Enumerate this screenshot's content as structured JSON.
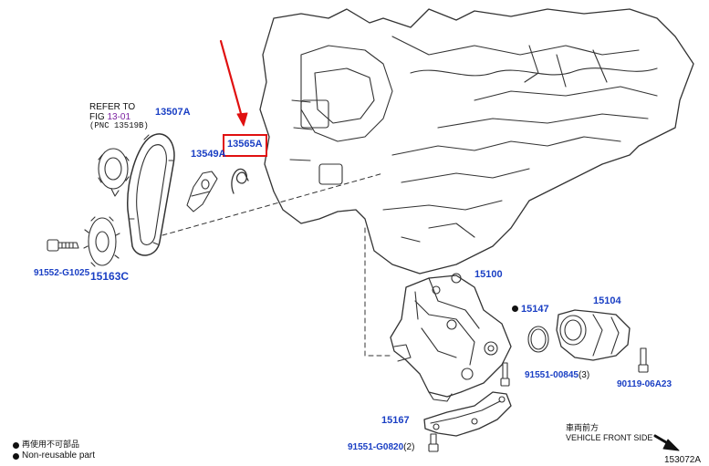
{
  "diagram_id": "153072A",
  "refer_note": {
    "line1": "REFER TO",
    "line2_prefix": "FIG ",
    "line2_link": "13-01",
    "line3": "(PNC 13519B)"
  },
  "callouts": {
    "timing_chain": "13507A",
    "chain_tensioner_slipper": "13549A",
    "highlighted_part": "13565A",
    "bolt_left": "91552-G1025",
    "crank_sprocket": "15163C",
    "oil_pump_assy": "15100",
    "gasket": "15147",
    "cover": "15104",
    "bolt_pump": "91551-00845",
    "bolt_pump_qty": "(3)",
    "bolt_cover": "90119-06A23",
    "strainer": "15167",
    "bolt_bottom": "91551-G0820",
    "bolt_bottom_qty": "(2)"
  },
  "direction": {
    "chinese": "車両前方",
    "english": "VEHICLE FRONT SIDE"
  },
  "legend": {
    "chinese": "再使用不可部品",
    "english": "Non-reusable part"
  },
  "colors": {
    "callout": "#1a3fc4",
    "highlight": "#e01010",
    "line_art": "#333333"
  }
}
